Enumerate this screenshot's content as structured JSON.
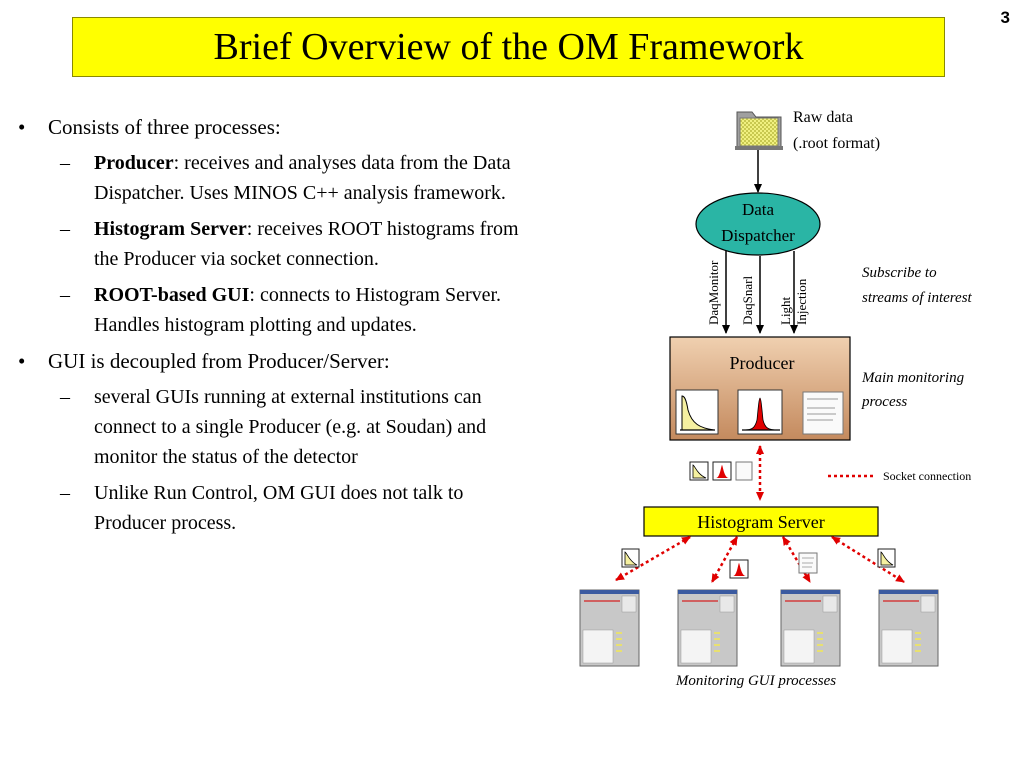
{
  "page_number": "3",
  "title": "Brief Overview of the OM Framework",
  "bullets": [
    {
      "text": "Consists of three processes:",
      "sub": [
        {
          "bold": "Producer",
          "text": ": receives and analyses data from the Data Dispatcher. Uses MINOS C++ analysis framework."
        },
        {
          "bold": "Histogram Server",
          "text": ": receives ROOT histograms from the Producer via socket connection."
        },
        {
          "bold": "ROOT-based GUI",
          "text": ": connects to Histogram Server. Handles histogram plotting and updates."
        }
      ]
    },
    {
      "text": "GUI is decoupled from Producer/Server:",
      "sub": [
        {
          "bold": "",
          "text": "several GUIs running at external institutions can connect to a single Producer (e.g. at Soudan) and monitor the status of the detector"
        },
        {
          "bold": "",
          "text": "Unlike Run Control, OM GUI does not talk to Producer process."
        }
      ]
    }
  ],
  "diagram": {
    "raw_data_line1": "Raw data",
    "raw_data_line2": "(.root format)",
    "dispatcher_line1": "Data",
    "dispatcher_line2": "Dispatcher",
    "streams": [
      "DaqMonitor",
      "DaqSnarl",
      "Light",
      "Injection"
    ],
    "subscribe_line1": "Subscribe to",
    "subscribe_line2": "streams of interest",
    "producer": "Producer",
    "main_monitoring_line1": "Main monitoring",
    "main_monitoring_line2": "process",
    "socket_legend": "Socket connection",
    "histogram_server": "Histogram Server",
    "gui_caption": "Monitoring GUI processes",
    "colors": {
      "title_bg": "#ffff00",
      "dispatcher_fill": "#2ab5a5",
      "producer_fill": "#d9a27a",
      "server_fill": "#ffff00",
      "socket_line": "#e00000",
      "folder": "#e8e870"
    }
  }
}
